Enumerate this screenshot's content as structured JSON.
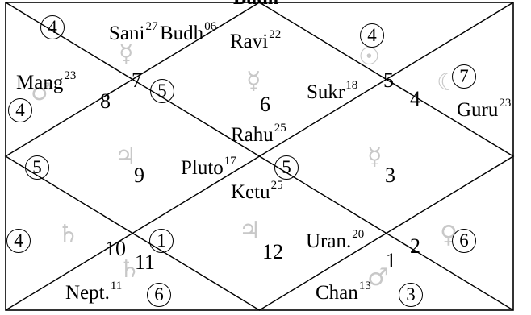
{
  "title": "Budh",
  "colors": {
    "line": "#000000",
    "glyph": "#c8c8c8"
  },
  "houses": [
    "8",
    "7",
    "6",
    "5",
    "4",
    "9",
    "3",
    "10",
    "11",
    "12",
    "1",
    "2"
  ],
  "planets": [
    {
      "name": "Sani",
      "deg": "27"
    },
    {
      "name": "Budh",
      "deg": "06"
    },
    {
      "name": "Ravi",
      "deg": "22"
    },
    {
      "name": "Mang",
      "deg": "23"
    },
    {
      "name": "Sukr",
      "deg": "18"
    },
    {
      "name": "Guru",
      "deg": "23"
    },
    {
      "name": "Rahu",
      "deg": "25"
    },
    {
      "name": "Pluto",
      "deg": "17"
    },
    {
      "name": "Ketu",
      "deg": "25"
    },
    {
      "name": "Uran.",
      "deg": "20"
    },
    {
      "name": "Nept.",
      "deg": "11"
    },
    {
      "name": "Chan",
      "deg": "13"
    }
  ],
  "circled": [
    "4",
    "4",
    "4",
    "5",
    "7",
    "5",
    "5",
    "4",
    "1",
    "6",
    "6",
    "3"
  ],
  "glyphs": [
    {
      "icon": "mercury-icon",
      "char": "☿"
    },
    {
      "icon": "sun-icon",
      "char": "☉"
    },
    {
      "icon": "mars-icon",
      "char": "♂"
    },
    {
      "icon": "mercury-icon",
      "char": "☿"
    },
    {
      "icon": "moon-icon",
      "char": "☾"
    },
    {
      "icon": "jupiter-icon",
      "char": "♃"
    },
    {
      "icon": "mercury-icon",
      "char": "☿"
    },
    {
      "icon": "saturn-icon",
      "char": "♄"
    },
    {
      "icon": "saturn-icon",
      "char": "♄"
    },
    {
      "icon": "jupiter-icon",
      "char": "♃"
    },
    {
      "icon": "mars-icon",
      "char": "♂"
    },
    {
      "icon": "venus-icon",
      "char": "♀"
    }
  ]
}
